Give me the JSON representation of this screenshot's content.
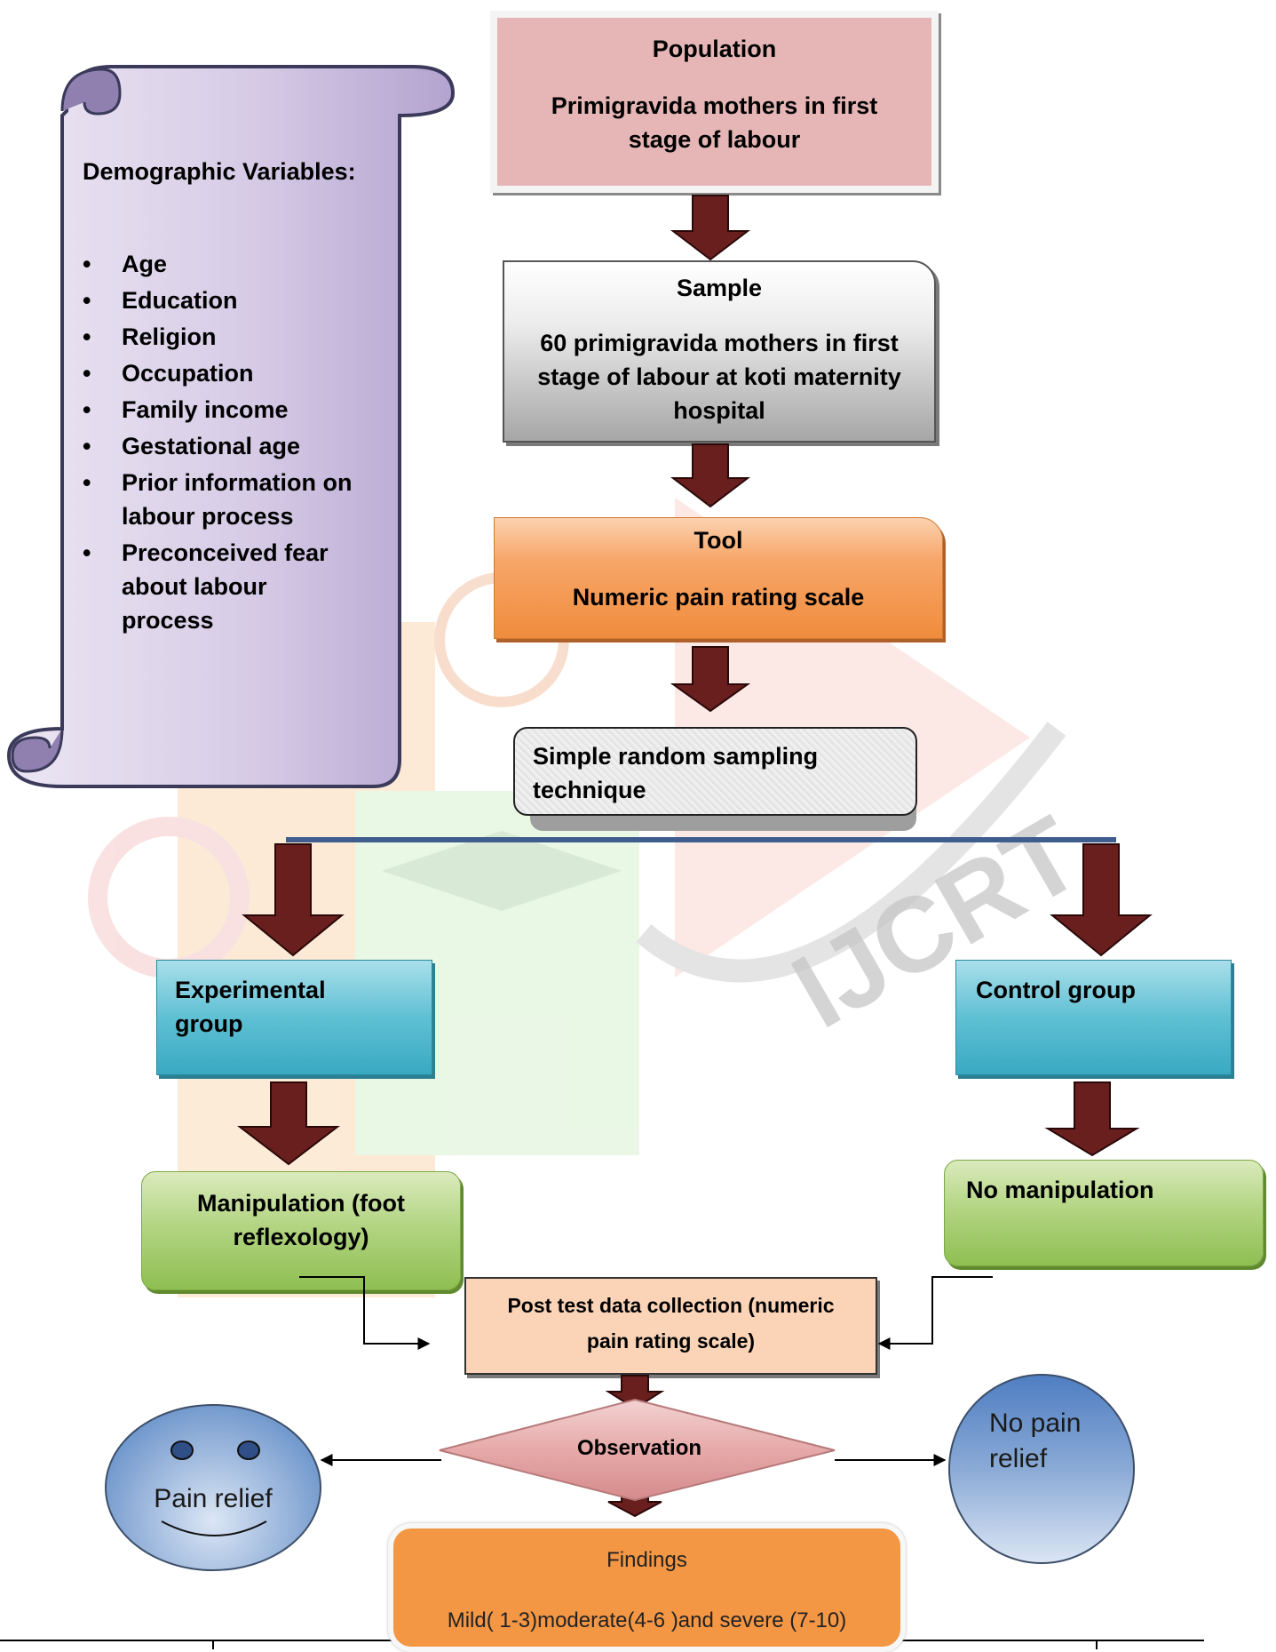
{
  "demographics": {
    "title": "Demographic Variables:",
    "items": [
      "Age",
      "Education",
      "Religion",
      "Occupation",
      "Family income",
      "Gestational age",
      "Prior information on labour process",
      "Preconceived fear about labour process"
    ],
    "scroll_color": "#c9bcdc"
  },
  "population": {
    "heading": "Population",
    "text": "Primigravida mothers in first stage of labour"
  },
  "sample": {
    "heading": "Sample",
    "text": "60 primigravida mothers in first stage of labour at koti maternity hospital"
  },
  "tool": {
    "heading": "Tool",
    "text": "Numeric pain rating scale"
  },
  "sampling": {
    "text": "Simple random sampling technique"
  },
  "groups": {
    "experimental": "Experimental group",
    "control": "Control group"
  },
  "manipulation": {
    "experimental": "Manipulation (foot reflexology)",
    "control": "No manipulation"
  },
  "post_test": {
    "text": "Post test data collection (numeric pain rating scale)"
  },
  "observation": {
    "text": "Observation"
  },
  "outcomes": {
    "relief": "Pain relief",
    "no_relief": "No pain relief"
  },
  "findings": {
    "heading": "Findings",
    "text": "Mild( 1-3)moderate(4-6 )and severe (7-10)"
  },
  "watermark": {
    "text": "IJCRT"
  },
  "colors": {
    "arrow": "#6a1f1f",
    "population": "#e6b6b6",
    "tool": "#f08c3c",
    "group": "#4cb6cc",
    "manipulation": "#a8cf74",
    "post_test": "#fbd4b8",
    "findings": "#f49745",
    "circle": "#6a92cc"
  }
}
